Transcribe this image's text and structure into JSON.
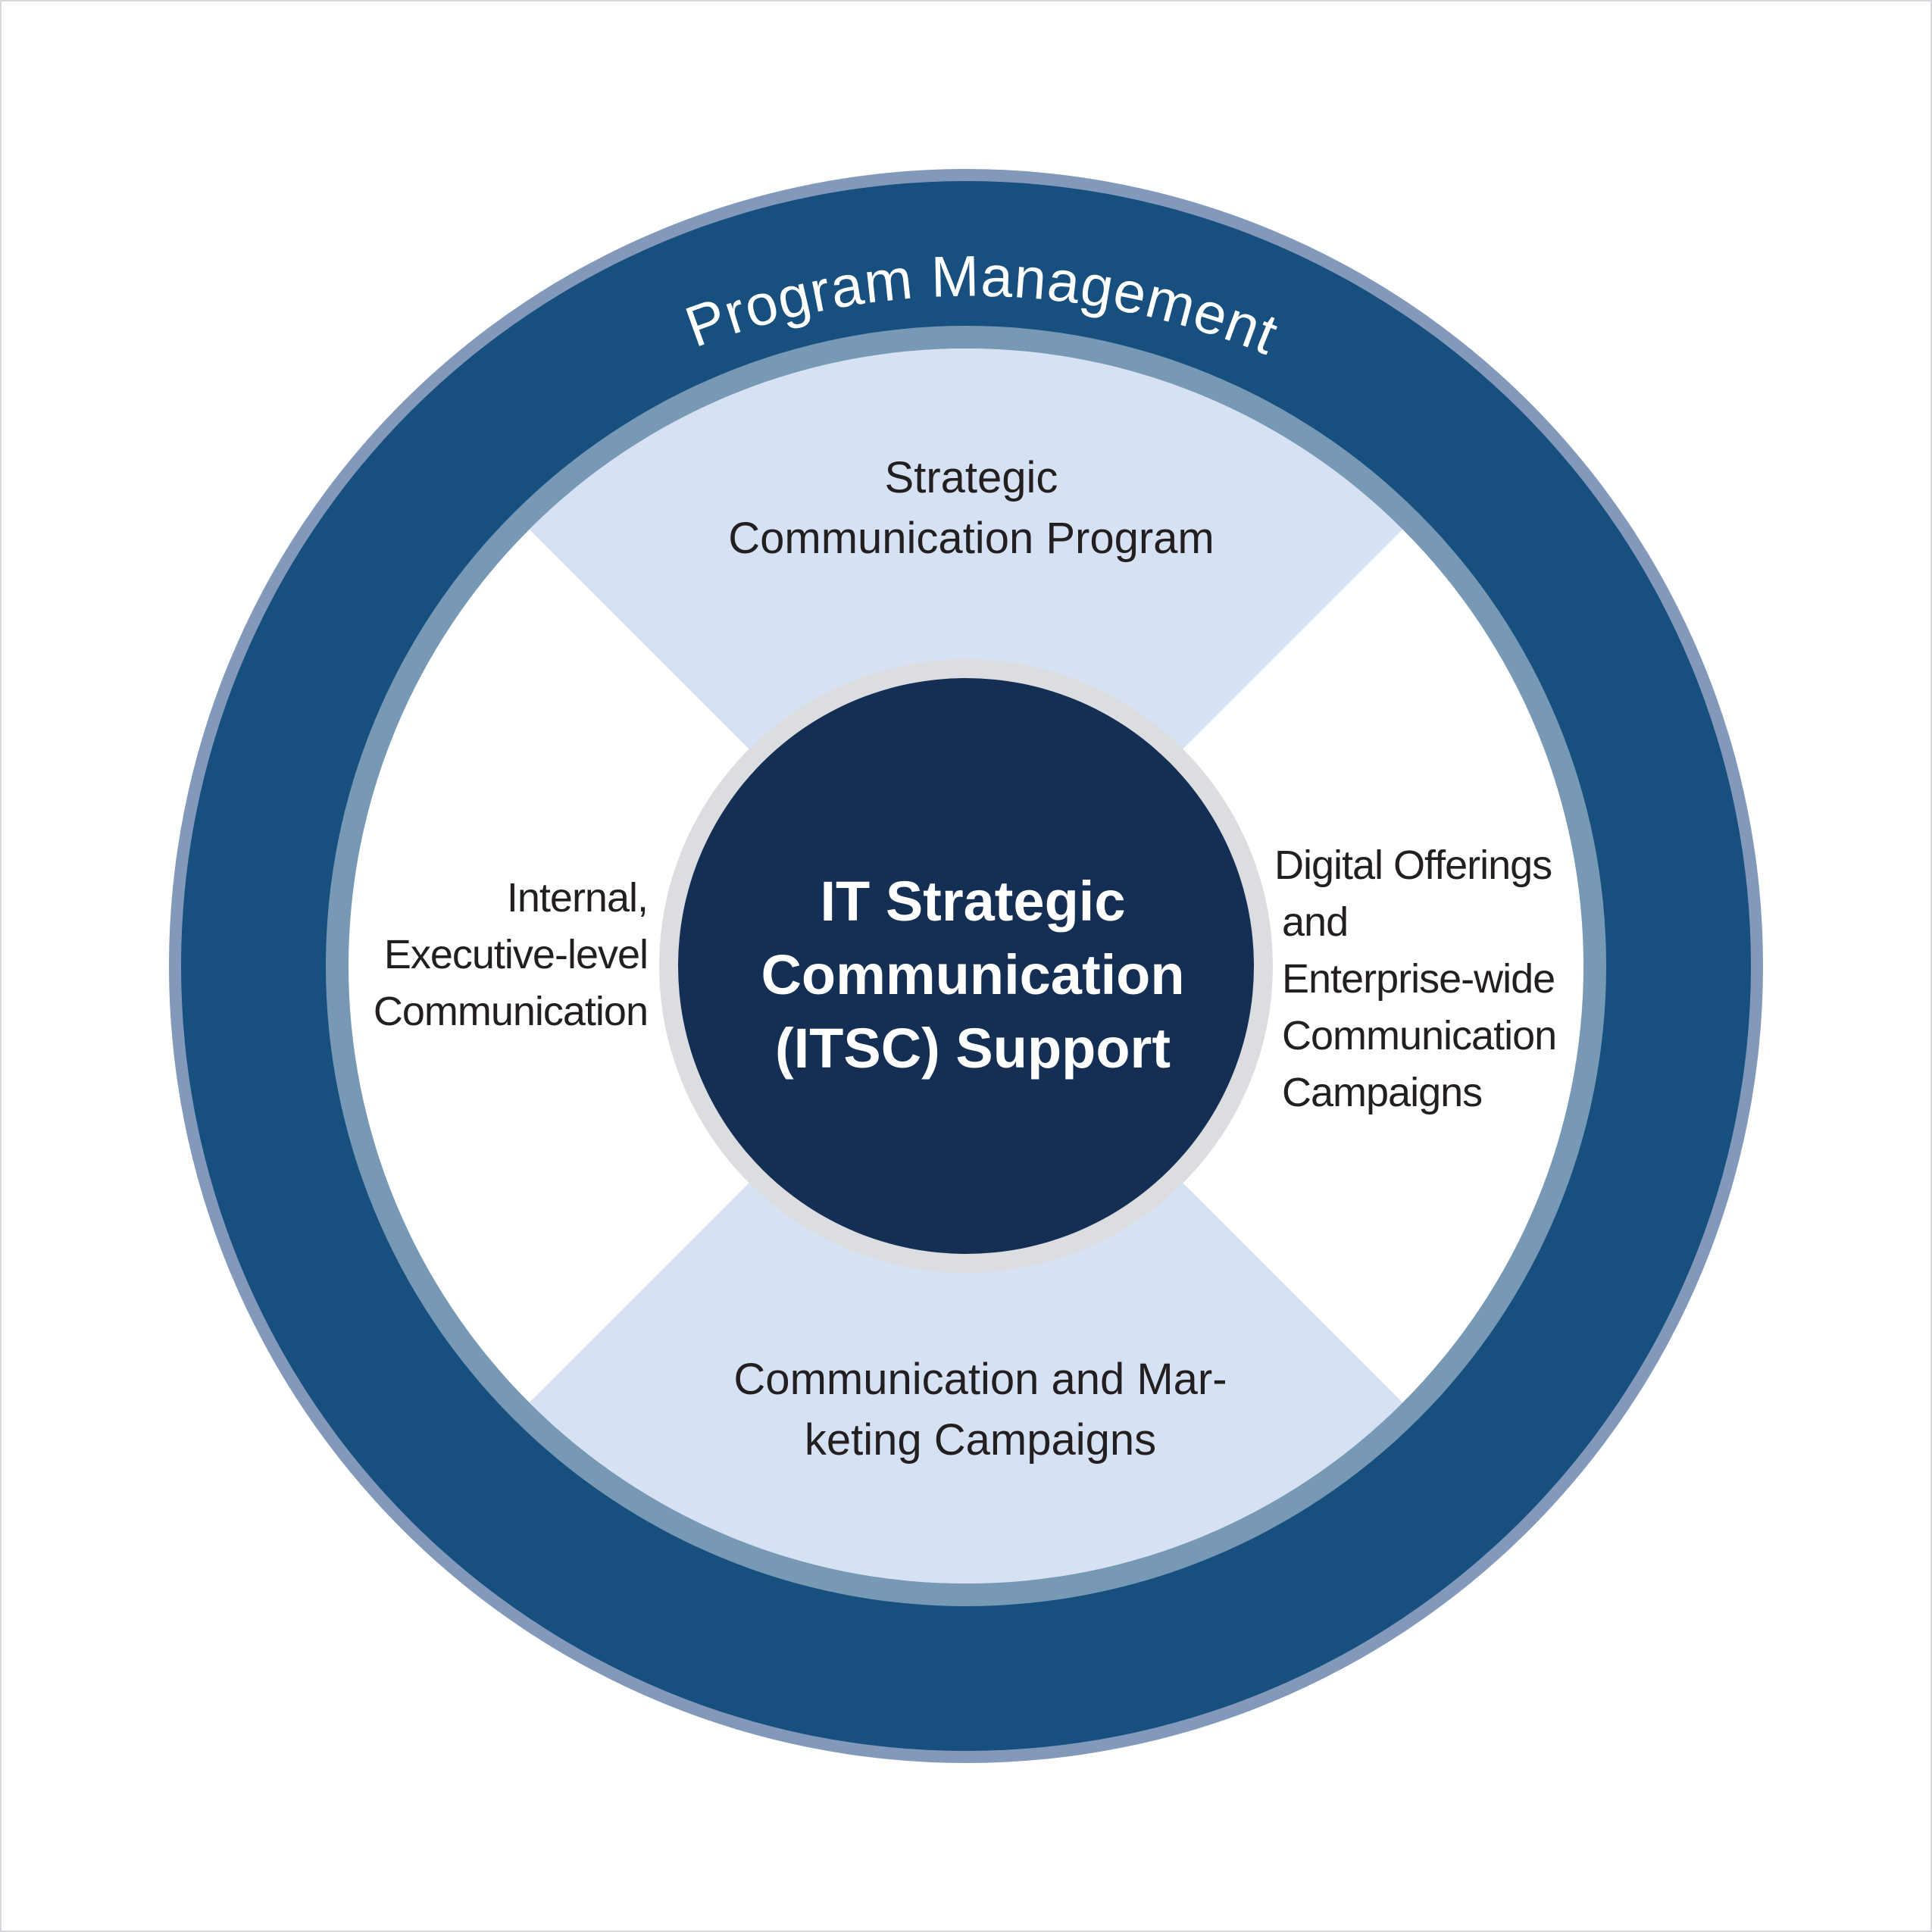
{
  "outer_ring": {
    "title": "Program Management"
  },
  "quadrants": {
    "top": {
      "line1": "Strategic",
      "line2": "Communication Program"
    },
    "bottom": {
      "line1": "Communication and Mar-",
      "line2": "keting Campaigns"
    },
    "left": {
      "line1": "Internal,",
      "line2": "Executive-level",
      "line3": "Communication"
    },
    "right": {
      "line1": "Digital Offerings",
      "line2": "and",
      "line3": "Enterprise-wide",
      "line4": "Communication",
      "line5": "Campaigns"
    }
  },
  "center": {
    "line1": "IT Strategic",
    "line2": "Communication",
    "line3": "(ITSC) Support"
  },
  "colors": {
    "outer_ring_edge": "#8299bb",
    "outer_ring": "#174f7e",
    "inner_ring_edge": "#7799b6",
    "quadrant_highlight": "#d6e2f3",
    "quadrant_plain": "#ffffff",
    "center_halo": "#dcdde0",
    "center_fill": "#142e54"
  }
}
